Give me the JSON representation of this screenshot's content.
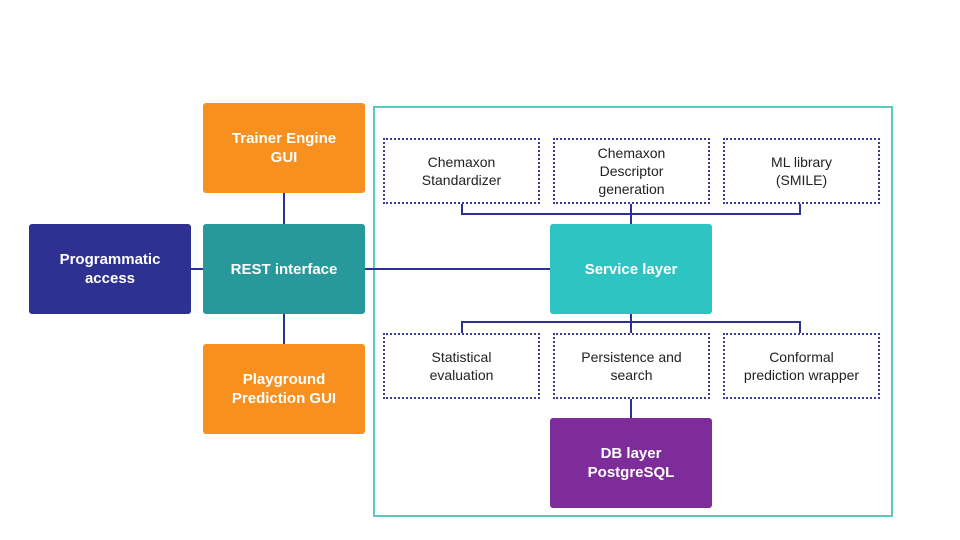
{
  "colors": {
    "orange": "#f7901e",
    "navy": "#2e3192",
    "teal_dark": "#28999a",
    "teal_light": "#2fc4c4",
    "purple": "#7f2c9b",
    "connector": "#2e3192",
    "frame": "#5cc9c0"
  },
  "nodes": {
    "trainer_gui": "Trainer Engine\nGUI",
    "programmatic": "Programmatic\naccess",
    "rest": "REST interface",
    "playground": "Playground\nPrediction GUI",
    "standardizer": "Chemaxon\nStandardizer",
    "descriptor": "Chemaxon\nDescriptor\ngeneration",
    "ml_library": "ML library\n(SMILE)",
    "service": "Service layer",
    "statistical": "Statistical\nevaluation",
    "persistence": "Persistence and\nsearch",
    "conformal": "Conformal\nprediction wrapper",
    "db": "DB layer\nPostgreSQL"
  }
}
